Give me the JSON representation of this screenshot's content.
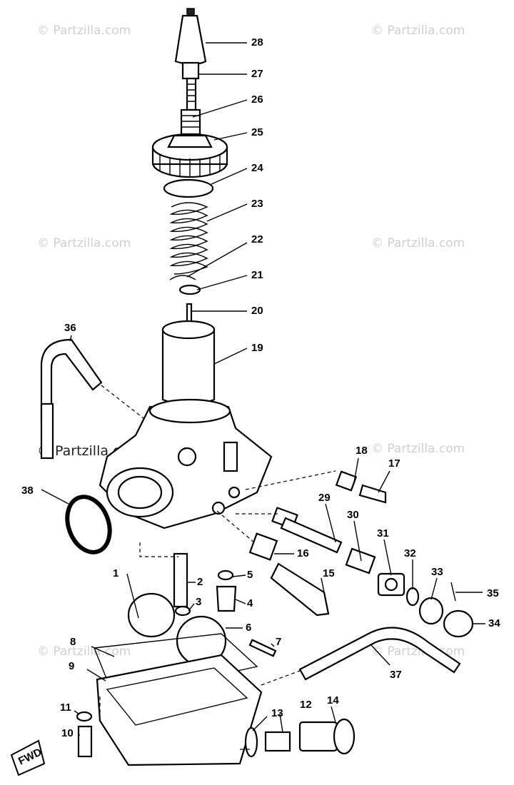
{
  "watermarks": {
    "faint": "© Partzilla.com",
    "strong": "© Partzilla.com"
  },
  "fwd_label": "FWD",
  "callouts": {
    "c1": "1",
    "c2": "2",
    "c3": "3",
    "c4": "4",
    "c5": "5",
    "c6": "6",
    "c7": "7",
    "c8": "8",
    "c9": "9",
    "c10": "10",
    "c11": "11",
    "c12": "12",
    "c13": "13",
    "c14": "14",
    "c15": "15",
    "c16": "16",
    "c17": "17",
    "c18": "18",
    "c19": "19",
    "c20": "20",
    "c21": "21",
    "c22": "22",
    "c23": "23",
    "c24": "24",
    "c25": "25",
    "c26": "26",
    "c27": "27",
    "c28": "28",
    "c29": "29",
    "c30": "30",
    "c31": "31",
    "c32": "32",
    "c33": "33",
    "c34": "34",
    "c35": "35",
    "c36": "36",
    "c37": "37",
    "c38": "38"
  }
}
